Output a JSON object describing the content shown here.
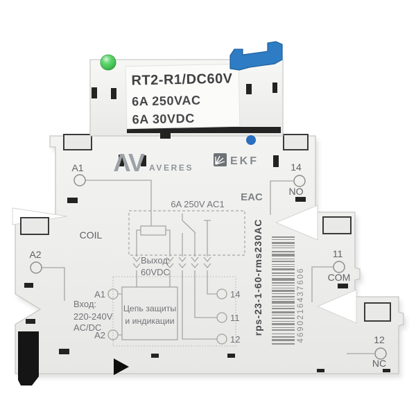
{
  "product": {
    "relay": {
      "model": "RT2-R1/DC60V",
      "rating_ac": "6A 250VAC",
      "rating_dc": "6A 30VDC"
    },
    "brand": {
      "monogram": "ΛV",
      "name": "AVERES",
      "manufacturer": "EKF",
      "cert": "EAC"
    },
    "schematic": {
      "rating": "6A 250V AC1",
      "out_label": "Выход:",
      "out_value": "60VDC",
      "in_label": "Вход:",
      "in_value": "220-240V",
      "in_type": "AC/DC",
      "box1": "Цепь защиты",
      "box2": "и индикации",
      "a1": "A1",
      "a2": "A2",
      "t14": "14",
      "t11": "11",
      "t12": "12"
    },
    "terminals": {
      "a1": "A1",
      "a2": "A2",
      "coil": "COIL",
      "t14": "14",
      "no": "NO",
      "t11": "11",
      "com": "COM",
      "t12": "12",
      "nc": "NC"
    },
    "codes": {
      "barcode": "4690216437606",
      "article": "rps-23-1-60-rms230AC"
    },
    "colors": {
      "clip": "#2e7cc4",
      "led": "#3ec24e",
      "indicator": "#2a6fc0",
      "label_bg": "#fbfbf9"
    }
  }
}
